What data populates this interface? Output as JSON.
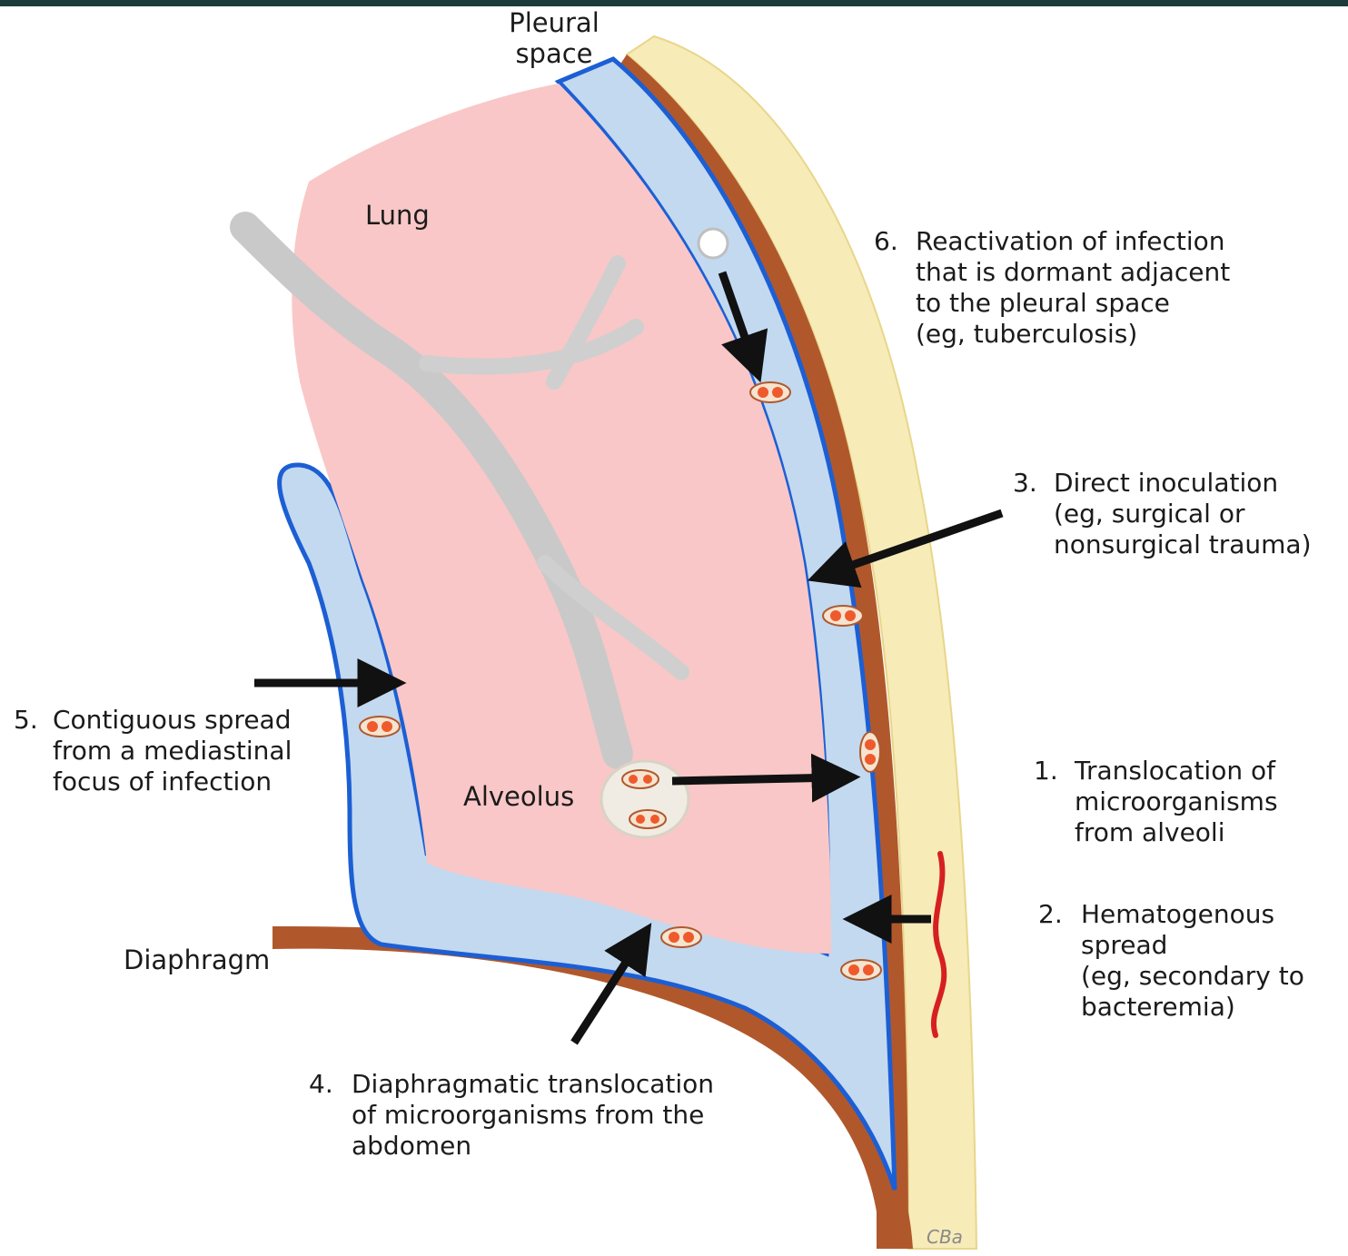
{
  "colors": {
    "lung": "#f9c7c7",
    "pleural_fluid": "#c2d9f0",
    "pleura_line": "#1c5fd4",
    "muscle": "#b0582c",
    "fat": "#f7ebb8",
    "bronchus": "#c9c9c9",
    "microbe": "#ef5a2c",
    "arrow": "#111111",
    "vessel": "#d62020",
    "top_bar": "#1d3a3b"
  },
  "icons": {
    "arrow": "arrow-icon",
    "microorganism": "microorganism-icon",
    "nodule": "dormant-nodule-icon"
  },
  "labels": {
    "pleural_space": [
      "Pleural",
      "space"
    ],
    "lung": "Lung",
    "alveolus": "Alveolus",
    "diaphragm": "Diaphragm",
    "signature": "CBa"
  },
  "mechanisms": [
    {
      "number": "1.",
      "lines": [
        "Translocation of",
        "microorganisms",
        "from alveoli"
      ]
    },
    {
      "number": "2.",
      "lines": [
        "Hematogenous",
        "spread",
        "(eg, secondary to",
        "bacteremia)"
      ]
    },
    {
      "number": "3.",
      "lines": [
        "Direct inoculation",
        "(eg, surgical or",
        "nonsurgical trauma)"
      ]
    },
    {
      "number": "4.",
      "lines": [
        "Diaphragmatic translocation",
        "of microorganisms from the",
        "abdomen"
      ]
    },
    {
      "number": "5.",
      "lines": [
        "Contiguous spread",
        "from a mediastinal",
        "focus of infection"
      ]
    },
    {
      "number": "6.",
      "lines": [
        "Reactivation of infection",
        "that is dormant adjacent",
        "to the pleural space",
        "(eg, tuberculosis)"
      ]
    }
  ]
}
